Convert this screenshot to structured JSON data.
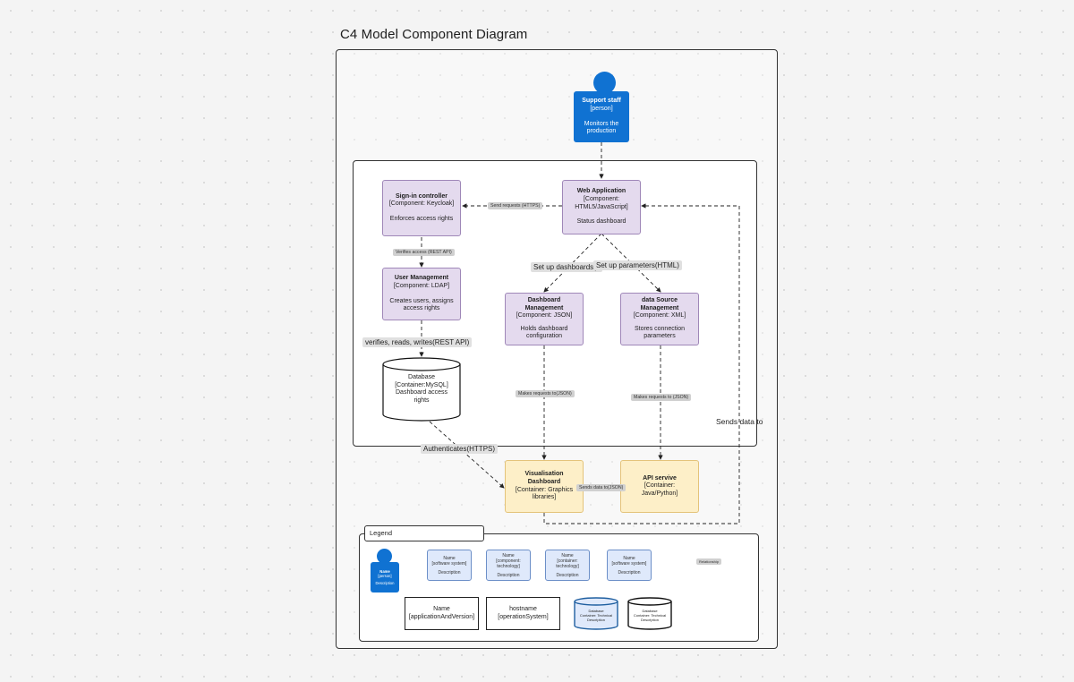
{
  "title": "C4 Model Component Diagram",
  "person": {
    "name": "Support staff",
    "type": "[person]",
    "description": "Monitors the production"
  },
  "components": {
    "signin": {
      "name": "Sign-in controller",
      "tech": "[Component: Keycloak]",
      "description": "Enforces access rights"
    },
    "webapp": {
      "name": "Web Application",
      "tech": "[Component: HTML5/JavaScript]",
      "description": "Status dashboard"
    },
    "usermgmt": {
      "name": "User Management",
      "tech": "[Component: LDAP]",
      "description": "Creates users, assigns access rights"
    },
    "dashmgmt": {
      "name": "Dashboard Management",
      "tech": "[Component: JSON]",
      "description": "Holds dashboard configuration"
    },
    "datasrc": {
      "name": "data Source Management",
      "tech": "[Component: XML]",
      "description": "Stores connection parameters"
    }
  },
  "database": {
    "name": "Database",
    "tech": "[Container:MySQL]",
    "description": "Dashboard access rights"
  },
  "containers": {
    "visual": {
      "name": "Visualisation Dashboard",
      "tech": "[Container: Graphics libraries]"
    },
    "api": {
      "name": "API servive",
      "tech": "[Container: Java/Python]"
    }
  },
  "edges": {
    "send_requests": "Send requests (HTTPS)",
    "verifies_access": "Verifies access (REST API)",
    "setup_dashboards": "Set up dashboards(J",
    "setup_parameters": "Set up parameters(HTML)",
    "verifies_reads": "verifies, reads, writes(REST API)",
    "makes_requests_json": "Makes requests to(JSON)",
    "makes_requests_json2": "Makes requests to (JSON)",
    "sends_data_to": "Sends data to",
    "authenticates": "Authenticates(HTTPS)",
    "sends_data_json": "Sends data to(JSON)"
  },
  "legend": {
    "title": "Legend",
    "person": {
      "name": "Name",
      "type": "[person]",
      "description": "Description"
    },
    "cards": [
      {
        "name": "Name",
        "type": "[software system]",
        "description": "Description"
      },
      {
        "name": "Name",
        "type": "[component: technology]",
        "description": "Description"
      },
      {
        "name": "Name",
        "type": "[container: technology]",
        "description": "Description"
      },
      {
        "name": "Name",
        "type": "[software system]",
        "description": "Description"
      }
    ],
    "relationship": "Relationship",
    "nodes": [
      {
        "name": "Name",
        "sub": "[applicationAndVersion]"
      },
      {
        "name": "hostname",
        "sub": "[operationSystem]"
      }
    ],
    "dbs": [
      {
        "name": "Database",
        "tech": "Container: Technical",
        "description": "Description"
      },
      {
        "name": "Database",
        "tech": "Container: Technical",
        "description": "Description"
      }
    ]
  },
  "colors": {
    "person": "#1072d2",
    "component": "#e4daee",
    "container": "#fdefc8",
    "legend_card": "#dfe9fb"
  }
}
